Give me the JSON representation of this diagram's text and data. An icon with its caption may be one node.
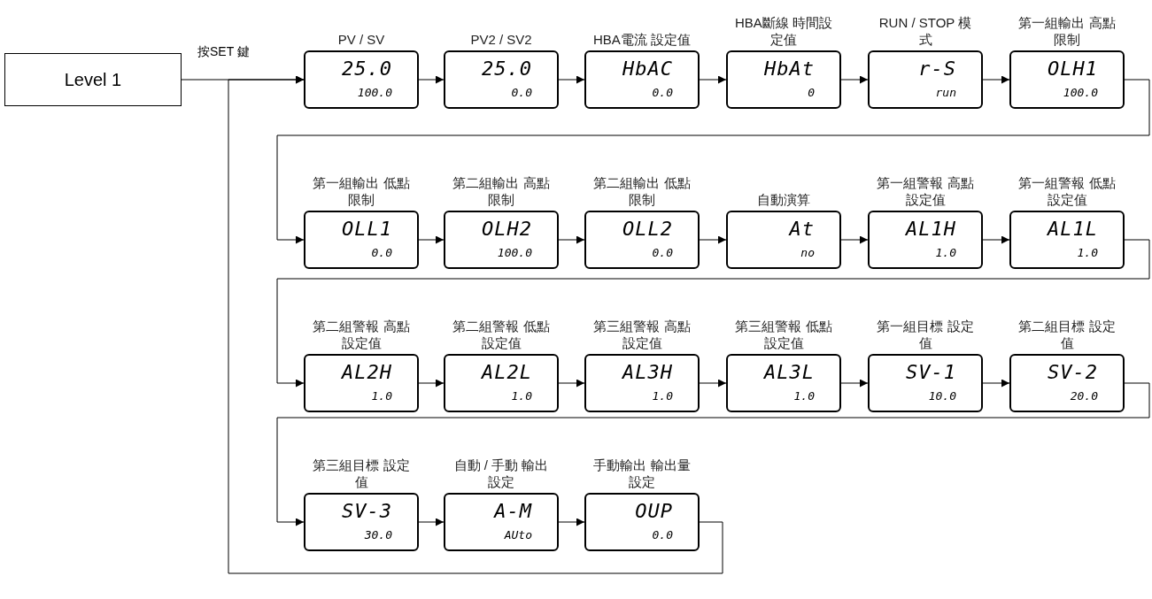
{
  "diagram": {
    "nodes": [
      {
        "text": [
          "Level 1"
        ]
      },
      {
        "text": [
          "PV / SV",
          "25.0",
          "100.0"
        ]
      },
      {
        "text": [
          "PV2 / SV2",
          "25.0",
          "0.0"
        ]
      },
      {
        "text": [
          "HBA電流 設定值",
          "HbAC",
          "0.0"
        ]
      },
      {
        "text": [
          "HBA斷線 時間設定值",
          "HbAt",
          "0"
        ]
      },
      {
        "text": [
          "RUN / STOP 模式",
          "r-S",
          "run"
        ]
      },
      {
        "text": [
          "第一組輸出 高點限制",
          "OLH1",
          "100.0"
        ]
      },
      {
        "text": [
          "第一組輸出 低點限制",
          "OLL1",
          "0.0"
        ]
      },
      {
        "text": [
          "第二組輸出 高點限制",
          "OLH2",
          "100.0"
        ]
      },
      {
        "text": [
          "第二組輸出 低點限制",
          "OLL2",
          "0.0"
        ]
      },
      {
        "text": [
          "自動演算",
          "At",
          "no"
        ]
      },
      {
        "text": [
          "第一組警報 高點設定值",
          "AL1H",
          "1.0"
        ]
      },
      {
        "text": [
          "第一組警報 低點設定值",
          "AL1L",
          "1.0"
        ]
      },
      {
        "text": [
          "第二組警報 高點設定值",
          "AL2H",
          "1.0"
        ]
      },
      {
        "text": [
          "第二組警報 低點設定值",
          "AL2L",
          "1.0"
        ]
      },
      {
        "text": [
          "第三組警報 高點設定值",
          "AL3H",
          "1.0"
        ]
      },
      {
        "text": [
          "第三組警報 低點設定值",
          "AL3L",
          "1.0"
        ]
      },
      {
        "text": [
          "第一組目標 設定值",
          "SV-1",
          "10.0"
        ]
      },
      {
        "text": [
          "第二組目標 設定值",
          "SV-2",
          "20.0"
        ]
      },
      {
        "text": [
          "第三組目標 設定值",
          "SV-3",
          "30.0"
        ]
      },
      {
        "text": [
          "自動 / 手動 輸出設定",
          "A-M",
          "AUto"
        ]
      },
      {
        "text": [
          "手動輸出 輸出量設定",
          "OUP",
          "0.0"
        ]
      }
    ],
    "edges": [
      {
        "from": 0,
        "to": 1,
        "arrow": "to",
        "label": "按SET 鍵"
      },
      {
        "from": 1,
        "to": 2,
        "arrow": "to"
      },
      {
        "from": 2,
        "to": 3,
        "arrow": "to"
      },
      {
        "from": 3,
        "to": 4,
        "arrow": "to"
      },
      {
        "from": 4,
        "to": 5,
        "arrow": "to"
      },
      {
        "from": 5,
        "to": 6,
        "arrow": "to"
      },
      {
        "from": 6,
        "to": 7,
        "arrow": "to"
      },
      {
        "from": 7,
        "to": 8,
        "arrow": "to"
      },
      {
        "from": 8,
        "to": 9,
        "arrow": "to"
      },
      {
        "from": 9,
        "to": 10,
        "arrow": "to"
      },
      {
        "from": 10,
        "to": 11,
        "arrow": "to"
      },
      {
        "from": 11,
        "to": 12,
        "arrow": "to"
      },
      {
        "from": 12,
        "to": 13,
        "arrow": "to"
      },
      {
        "from": 13,
        "to": 14,
        "arrow": "to"
      },
      {
        "from": 14,
        "to": 15,
        "arrow": "to"
      },
      {
        "from": 15,
        "to": 16,
        "arrow": "to"
      },
      {
        "from": 16,
        "to": 17,
        "arrow": "to"
      },
      {
        "from": 17,
        "to": 18,
        "arrow": "to"
      },
      {
        "from": 18,
        "to": 19,
        "arrow": "to"
      },
      {
        "from": 19,
        "to": 20,
        "arrow": "to"
      },
      {
        "from": 20,
        "to": 21,
        "arrow": "to"
      },
      {
        "from": 21,
        "to": 1,
        "arrow": "to"
      }
    ]
  }
}
